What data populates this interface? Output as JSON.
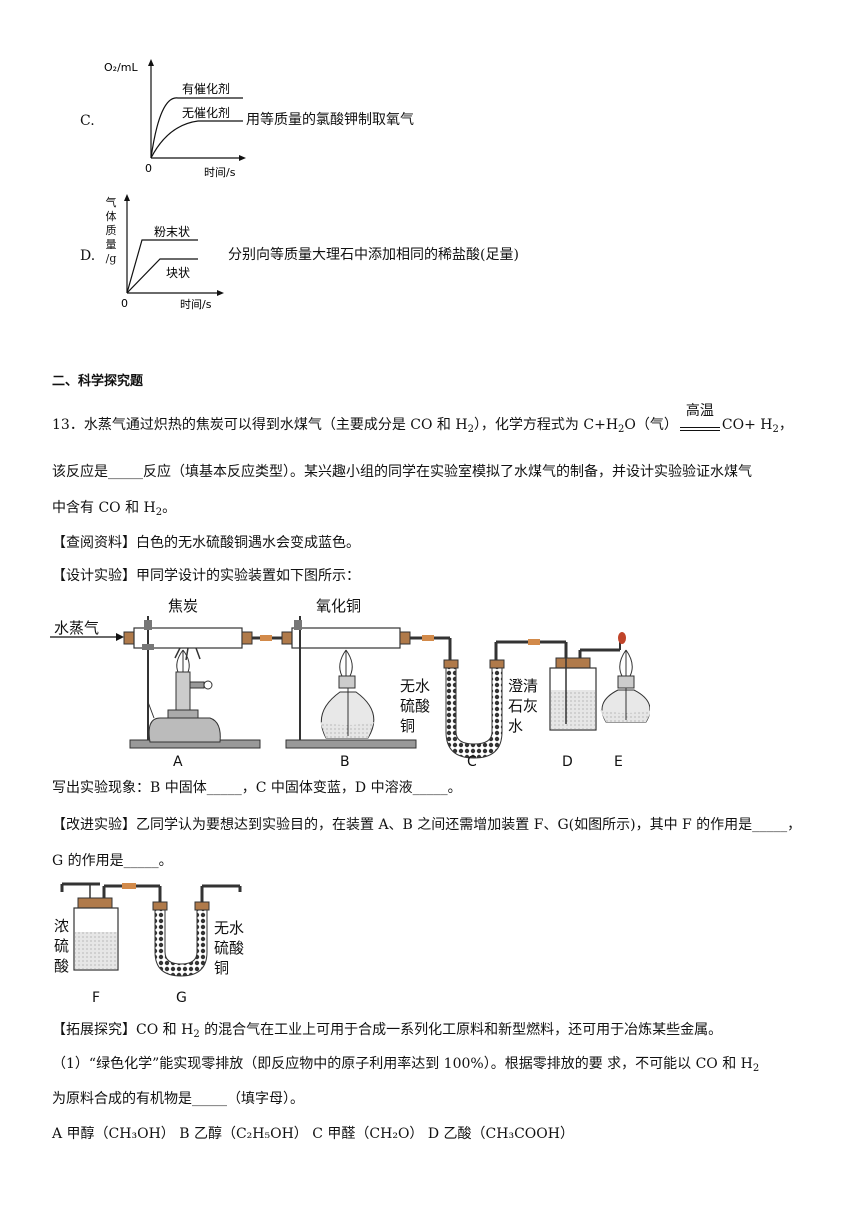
{
  "optionC": {
    "label": "C.",
    "ylabel": "O₂/mL",
    "xlabel": "时间/s",
    "origin": "0",
    "curve_upper": "有催化剂",
    "curve_lower": "无催化剂",
    "description": "用等质量的氯酸钾制取氧气"
  },
  "optionD": {
    "label": "D.",
    "ylabel_lines": [
      "气",
      "体",
      "质",
      "量",
      "/g"
    ],
    "xlabel": "时间/s",
    "origin": "0",
    "curve_upper": "粉末状",
    "curve_lower": "块状",
    "description": "分别向等质量大理石中添加相同的稀盐酸(足量)"
  },
  "section_title": "二、科学探究题",
  "q13": {
    "line1_a": "13．水蒸气通过炽热的焦炭可以得到水煤气（主要成分是 CO 和 H",
    "line1_b": "），化学方程式为 C+H",
    "line1_c": "O（气）",
    "condition": "高温",
    "line1_d": "CO+ H",
    "line1_e": "，",
    "line2": "该反应是_____反应（填基本反应类型）。某兴趣小组的同学在实验室模拟了水煤气的制备，并设计实验验证水煤气",
    "line3_a": "中含有 CO 和 H",
    "line3_b": "。",
    "sub2": "2",
    "lookup": "【查阅资料】白色的无水硫酸铜遇水会变成蓝色。",
    "design": "【设计实验】甲同学设计的实验装置如下图所示：",
    "observe": "写出实验现象：B 中固体_____，C 中固体变蓝，D 中溶液_____。",
    "improve_1": "【改进实验】乙同学认为要想达到实验目的，在装置 A、B 之间还需增加装置 F、G(如图所示)，其中 F 的作用是_____，",
    "improve_2": "G 的作用是_____。",
    "extend_a": "【拓展探究】CO 和 H",
    "extend_b": " 的混合气在工业上可用于合成一系列化工原料和新型燃料，还可用于冶炼某些金属。",
    "sub1_a": "（1）“绿色化学”能实现零排放（即反应物中的原子利用率达到 100%）。根据零排放的要  求，不可能以 CO 和 H",
    "sub1_b": "为原料合成的有机物是_____（填字母）。",
    "choices": "A  甲醇（CH₃OH）  B  乙醇（C₂H₅OH）  C  甲醛（CH₂O）  D  乙酸（CH₃COOH）"
  },
  "apparatus1": {
    "steam": "水蒸气",
    "coke": "焦炭",
    "cuo": "氧化铜",
    "cuso4": [
      "无水",
      "硫酸",
      "铜"
    ],
    "limewater": [
      "澄清",
      "石灰",
      "水"
    ],
    "labels": [
      "A",
      "B",
      "C",
      "D",
      "E"
    ]
  },
  "apparatus2": {
    "h2so4": [
      "浓",
      "硫",
      "酸"
    ],
    "cuso4": [
      "无水",
      "硫酸",
      "铜"
    ],
    "labels": [
      "F",
      "G"
    ]
  }
}
